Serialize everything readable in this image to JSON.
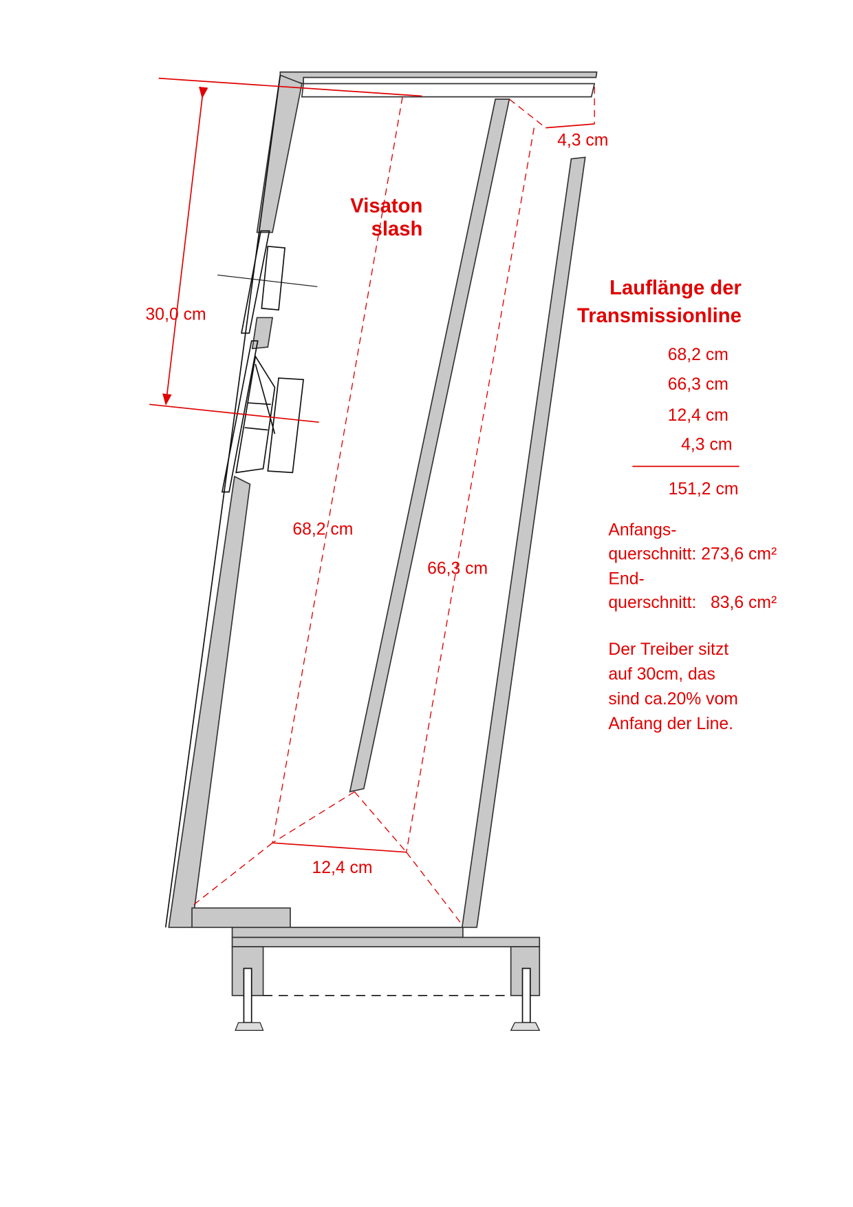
{
  "title": {
    "line1": "Visaton",
    "line2": "slash"
  },
  "dimensions": {
    "driver_height": "30,0 cm",
    "segment1": "68,2 cm",
    "segment2": "66,3 cm",
    "segment3": "12,4 cm",
    "segment4": "4,3 cm"
  },
  "summary": {
    "heading1": "Lauflänge der",
    "heading2": "Transmissionline",
    "values": [
      "68,2 cm",
      "66,3 cm",
      "12,4 cm",
      "4,3 cm"
    ],
    "total": "151,2 cm"
  },
  "cross_section": {
    "line1": "Anfangs-",
    "line2": "querschnitt: 273,6 cm²",
    "line3": "End-",
    "line4": "querschnitt:   83,6 cm²"
  },
  "note": {
    "line1": "Der Treiber sitzt",
    "line2": "auf 30cm, das",
    "line3": "sind ca.20% vom",
    "line4": "Anfang der Line."
  },
  "colors": {
    "annotation": "#e00000",
    "panel": "#c8c8c8"
  }
}
